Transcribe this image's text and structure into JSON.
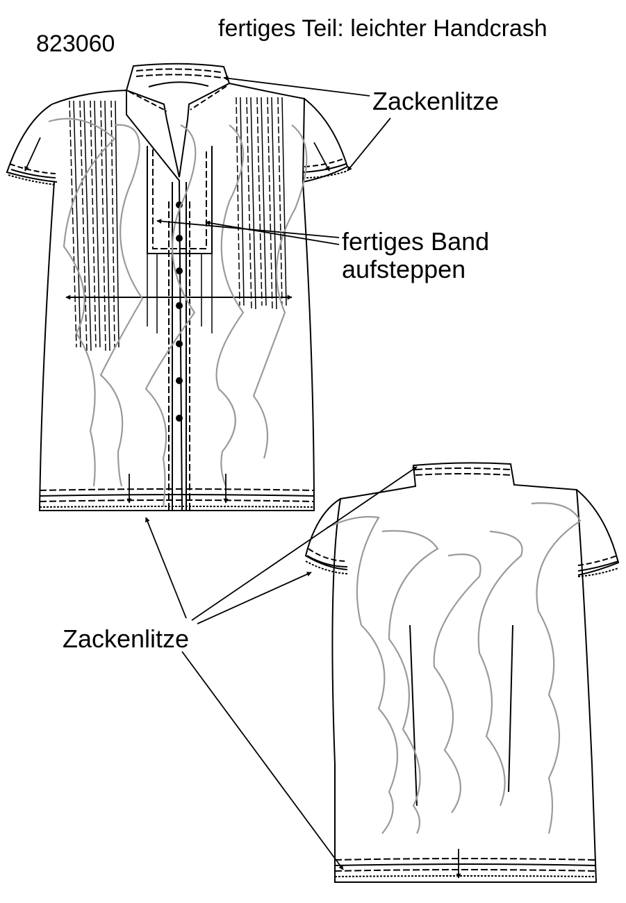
{
  "header": {
    "article_number": "823060",
    "finish_note": "fertiges Teil: leichter Handcrash"
  },
  "annotations": {
    "trim_top": "Zackenlitze",
    "band_line1": "fertiges Band",
    "band_line2": "aufsteppen",
    "trim_bottom": "Zackenlitze"
  },
  "colors": {
    "outline": "#000000",
    "crash_lines": "#9a9a9a",
    "background": "#ffffff"
  }
}
